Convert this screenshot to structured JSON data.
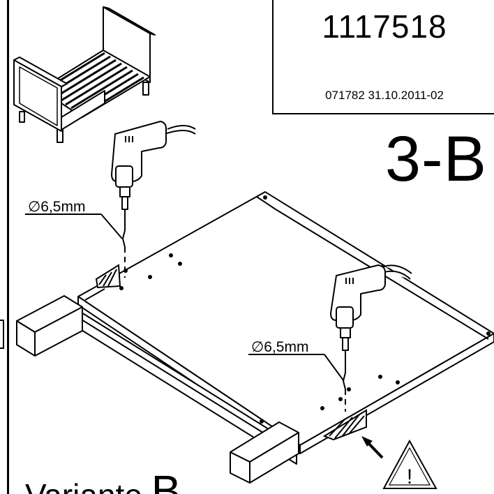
{
  "header": {
    "article_number": "1117518",
    "document_code": "071782 31.10.2011-02"
  },
  "step": {
    "label": "3-B"
  },
  "drill_specs": {
    "left_diameter": "∅6,5mm",
    "right_diameter": "∅6,5mm"
  },
  "footer": {
    "variant_word": "Variante",
    "variant_letter": "B"
  },
  "warning": {
    "symbol": "!"
  },
  "icons": {
    "bed": "bed-thumbnail-icon",
    "drill": "electric-drill-icon",
    "warning": "warning-triangle-icon",
    "arrow": "arrow-icon"
  }
}
